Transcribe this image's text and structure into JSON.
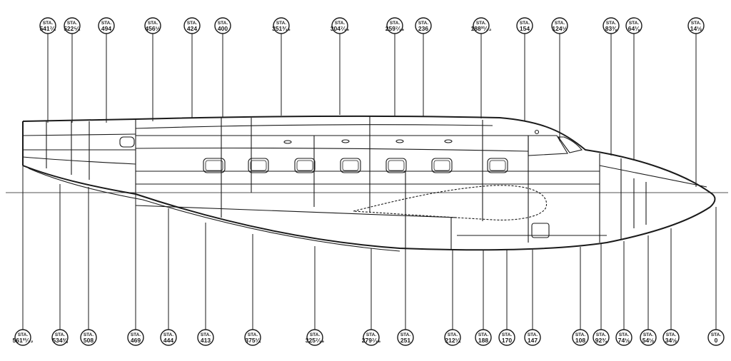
{
  "stations_top": [
    {
      "id": "541-7-8",
      "label": "STA.",
      "value": "541⁷⁄₈"
    },
    {
      "id": "522-5-8",
      "label": "STA.",
      "value": "522⁵⁄₈"
    },
    {
      "id": "494",
      "label": "STA.",
      "value": "494"
    },
    {
      "id": "456-1-2",
      "label": "STA.",
      "value": "456½"
    },
    {
      "id": "424",
      "label": "STA.",
      "value": "424"
    },
    {
      "id": "400",
      "label": "STA.",
      "value": "400"
    },
    {
      "id": "351-3-16",
      "label": "STA.",
      "value": "351³⁄₁₆"
    },
    {
      "id": "304-7-16",
      "label": "STA.",
      "value": "304⁷⁄₁₆"
    },
    {
      "id": "259-7-16",
      "label": "STA.",
      "value": "259⁷⁄₁₆"
    },
    {
      "id": "236",
      "label": "STA.",
      "value": "236"
    },
    {
      "id": "188-31-32",
      "label": "STA.",
      "value": "188³¹⁄₃₂"
    },
    {
      "id": "154",
      "label": "STA.",
      "value": "154"
    },
    {
      "id": "124-1-2",
      "label": "STA.",
      "value": "124½"
    },
    {
      "id": "83-3-8",
      "label": "STA.",
      "value": "83⅜"
    },
    {
      "id": "64-1-8",
      "label": "STA.",
      "value": "64⅛"
    },
    {
      "id": "14-1-2",
      "label": "STA.",
      "value": "14½"
    }
  ],
  "stations_bottom": [
    {
      "id": "561-31-32",
      "label": "STA.",
      "value": "561³¹⁄₃₂"
    },
    {
      "id": "534-3-8",
      "label": "STA.",
      "value": "534⅜"
    },
    {
      "id": "508",
      "label": "STA.",
      "value": "508"
    },
    {
      "id": "469",
      "label": "STA.",
      "value": "469"
    },
    {
      "id": "444",
      "label": "STA.",
      "value": "444"
    },
    {
      "id": "413",
      "label": "STA.",
      "value": "413"
    },
    {
      "id": "375-1-4",
      "label": "STA.",
      "value": "375¼"
    },
    {
      "id": "325-7-16",
      "label": "STA.",
      "value": "325⁷⁄₁₆"
    },
    {
      "id": "279-7-16",
      "label": "STA.",
      "value": "279⁷⁄₁₆"
    },
    {
      "id": "251",
      "label": "STA.",
      "value": "251"
    },
    {
      "id": "212-1-4",
      "label": "STA.",
      "value": "212¼"
    },
    {
      "id": "188",
      "label": "STA.",
      "value": "188"
    },
    {
      "id": "170",
      "label": "STA.",
      "value": "170"
    },
    {
      "id": "147",
      "label": "STA.",
      "value": "147"
    },
    {
      "id": "108",
      "label": "STA.",
      "value": "108"
    },
    {
      "id": "92-3-4",
      "label": "STA.",
      "value": "92¾"
    },
    {
      "id": "74-1-2",
      "label": "STA.",
      "value": "74½"
    },
    {
      "id": "54-1-2",
      "label": "STA.",
      "value": "54½"
    },
    {
      "id": "34-1-2",
      "label": "STA.",
      "value": "34½"
    },
    {
      "id": "0",
      "label": "STA.",
      "value": "0"
    }
  ]
}
